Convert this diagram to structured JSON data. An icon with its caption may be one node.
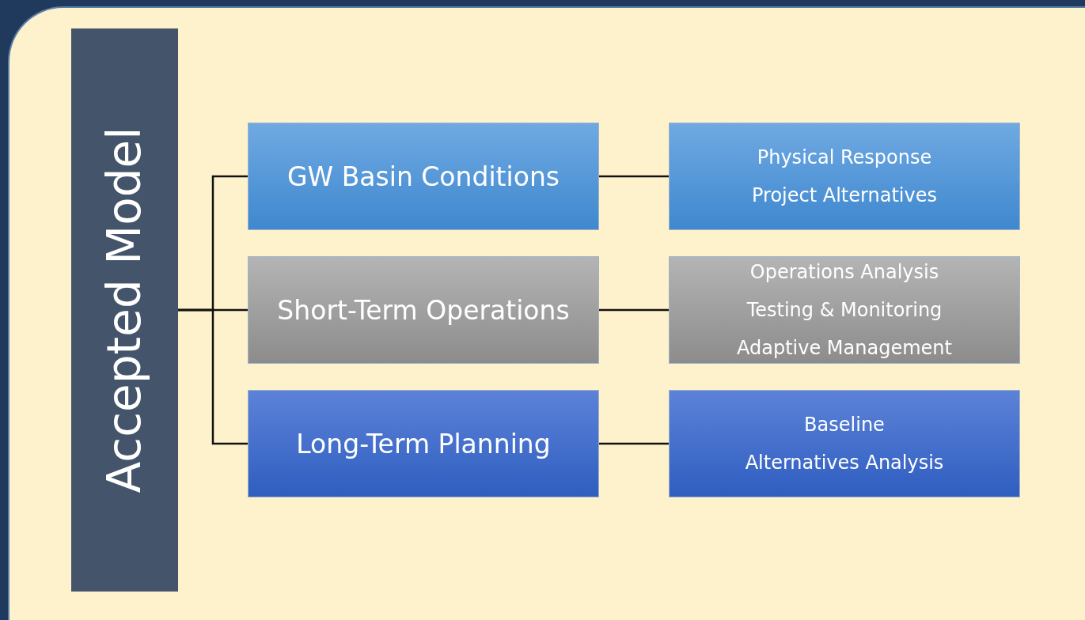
{
  "diagram": {
    "nodes": [
      {
        "text": [
          "Accepted Model"
        ]
      },
      {
        "text": [
          "GW Basin Conditions"
        ]
      },
      {
        "text": [
          "Physical Response",
          "Project Alternatives"
        ]
      },
      {
        "text": [
          "Short-Term Operations"
        ]
      },
      {
        "text": [
          "Operations Analysis",
          "Testing & Monitoring",
          "Adaptive Management"
        ]
      },
      {
        "text": [
          "Long-Term Planning"
        ]
      },
      {
        "text": [
          "Baseline",
          "Alternatives Analysis"
        ]
      }
    ],
    "edges": [
      {
        "from": 0,
        "to": 1,
        "arrow": "none"
      },
      {
        "from": 0,
        "to": 3,
        "arrow": "none"
      },
      {
        "from": 0,
        "to": 5,
        "arrow": "none"
      },
      {
        "from": 1,
        "to": 2,
        "arrow": "none"
      },
      {
        "from": 3,
        "to": 4,
        "arrow": "none"
      },
      {
        "from": 5,
        "to": 6,
        "arrow": "none"
      }
    ]
  }
}
